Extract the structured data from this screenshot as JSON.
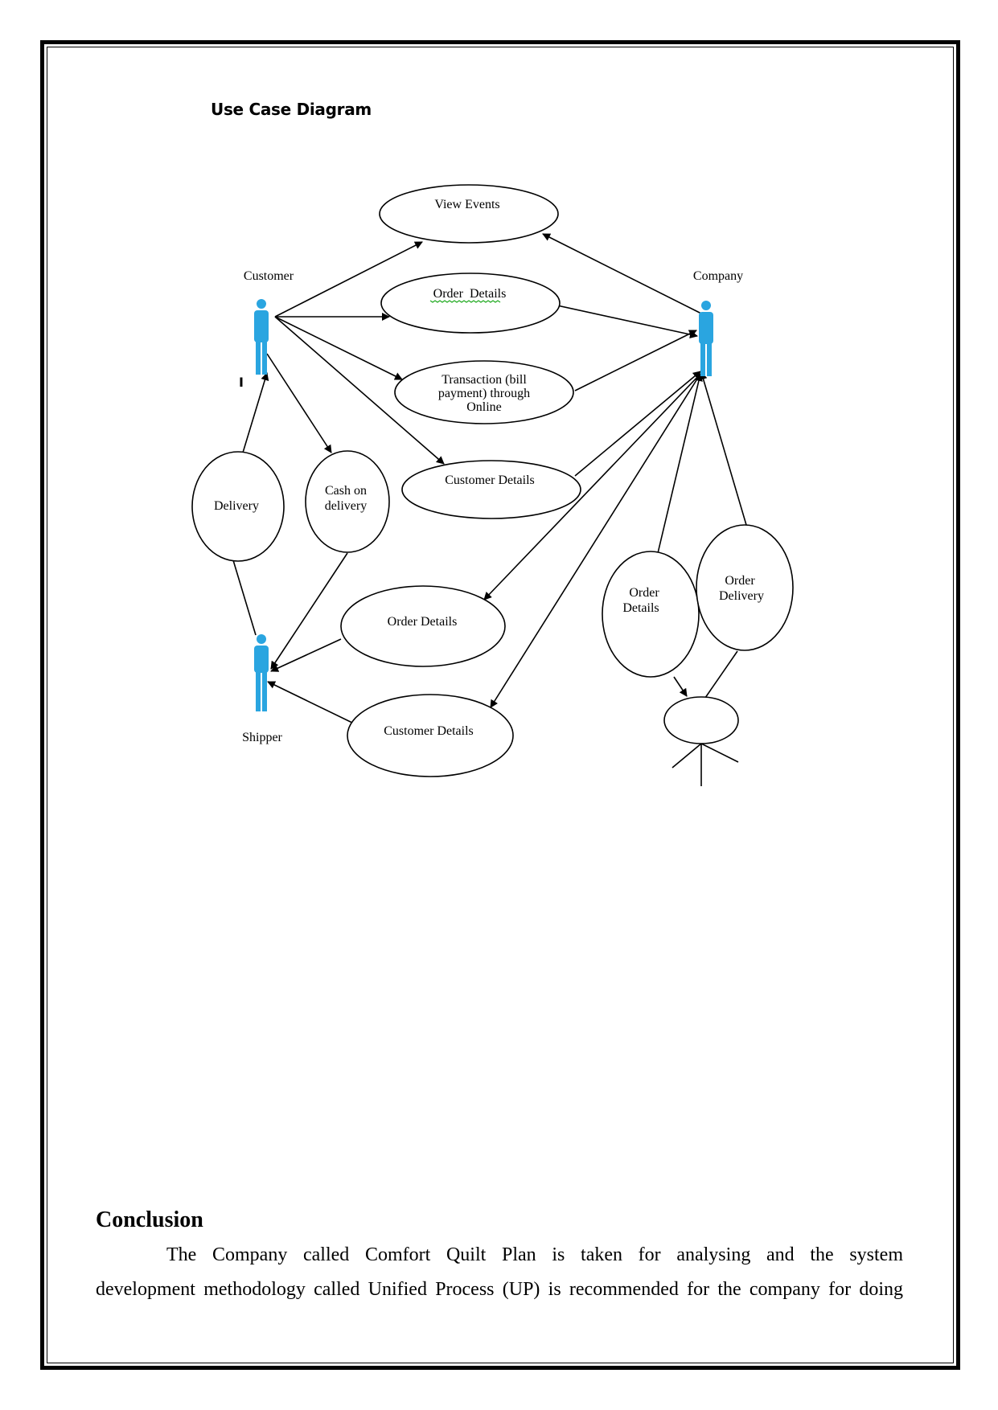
{
  "diagram": {
    "title": "Use Case Diagram",
    "actors": {
      "customer": "Customer",
      "company": "Company",
      "shipper": "Shipper"
    },
    "stray_mark": "I",
    "use_cases": {
      "view_events": "View Events",
      "order_details_top": "Order  Details",
      "transaction": [
        "Transaction (bill",
        "payment) through",
        "Online"
      ],
      "customer_details_top": "Customer Details",
      "delivery": "Delivery",
      "cash_on_delivery": [
        "Cash on",
        "delivery"
      ],
      "order_details_mid": "Order Details",
      "customer_details_bottom": "Customer Details",
      "order_details_right": [
        "Order",
        "Details"
      ],
      "order_delivery": [
        "Order",
        "Delivery"
      ]
    },
    "colors": {
      "actor": "#2aa5e0",
      "line": "#000000",
      "spellcheck": "#22aa22"
    }
  },
  "conclusion": {
    "heading": "Conclusion",
    "line1": "The Company called Comfort Quilt Plan is taken for analysing and the system",
    "line2": "development methodology called Unified Process (UP) is recommended for the company for doing"
  }
}
